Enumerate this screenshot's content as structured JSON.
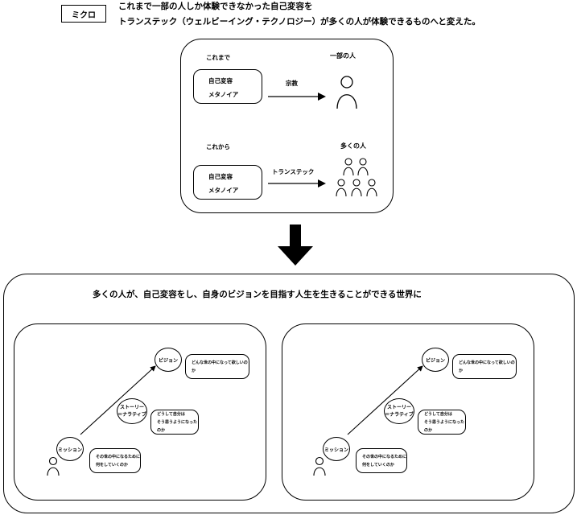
{
  "header": {
    "tag": "ミクロ",
    "line1": "これまで一部の人しか体験できなかった自己変容を",
    "line2": "トランステック（ウェルビーイング・テクノロジー）が多くの人が体験できるものへと変えた。"
  },
  "top_panel": {
    "before": {
      "section_label": "これまで",
      "box_line1": "自己変容",
      "box_line2": "メタノイア",
      "arrow_label": "宗教",
      "target_label": "一部の人"
    },
    "after": {
      "section_label": "これから",
      "box_line1": "自己変容",
      "box_line2": "メタノイア",
      "arrow_label": "トランステック",
      "target_label": "多くの人"
    }
  },
  "bottom_panel": {
    "title": "多くの人が、自己変容をし、自身のビジョンを目指す人生を生きることができる世界に",
    "diagrams": [
      {
        "mission": "ミッション",
        "mission_note_1": "その世の中になるために",
        "mission_note_2": "何をしていくのか",
        "story_1": "ストーリー",
        "story_2": "＝ナラティブ",
        "story_note_1": "どうして自分は",
        "story_note_2": "そう思うようになったのか",
        "vision": "ビジョン",
        "vision_note": "どんな世の中になって欲しいのか"
      },
      {
        "mission": "ミッション",
        "mission_note_1": "その世の中になるために",
        "mission_note_2": "何をしていくのか",
        "story_1": "ストーリー",
        "story_2": "＝ナラティブ",
        "story_note_1": "どうして自分は",
        "story_note_2": "そう思うようになったのか",
        "vision": "ビジョン",
        "vision_note": "どんな世の中になって欲しいのか"
      }
    ]
  }
}
